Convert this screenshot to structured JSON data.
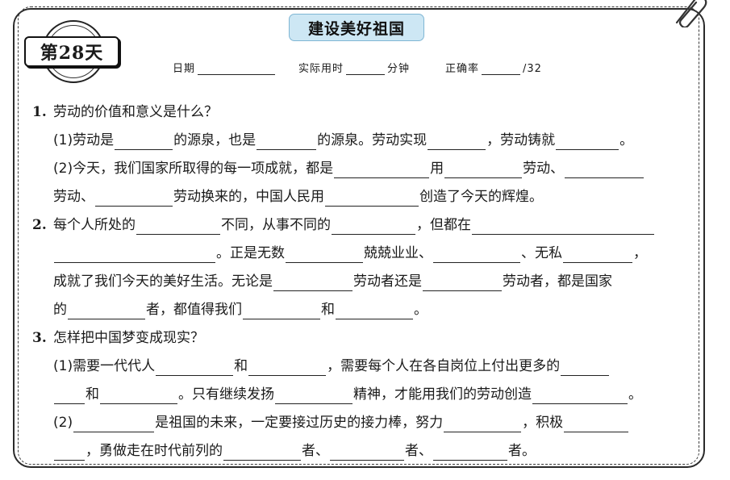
{
  "header": {
    "day_label": "第28天",
    "title": "建设美好祖国",
    "date_label": "日期",
    "time_label": "实际用时",
    "minutes_label": "分钟",
    "accuracy_label": "正确率",
    "accuracy_total": "/32"
  },
  "questions": {
    "q1": {
      "num": "1.",
      "prompt": "劳动的价值和意义是什么？",
      "l1": [
        "(1)劳动是",
        "的源泉，也是",
        "的源泉。劳动实现",
        "，劳动铸就",
        "。"
      ],
      "l2": [
        "(2)今天，我们国家所取得的每一项成就，都是",
        "用",
        "劳动、"
      ],
      "l3": [
        "劳动、",
        "劳动换来的，中国人民用",
        "创造了今天的辉煌。"
      ]
    },
    "q2": {
      "num": "2.",
      "l1": [
        "每个人所处的",
        "不同，从事不同的",
        "，但都在"
      ],
      "l2": [
        "。正是无数",
        "兢兢业业、",
        "、无私",
        "，"
      ],
      "l3": [
        "成就了我们今天的美好生活。无论是",
        "劳动者还是",
        "劳动者，都是国家"
      ],
      "l4": [
        "的",
        "者，都值得我们",
        "和",
        "。"
      ]
    },
    "q3": {
      "num": "3.",
      "prompt": "怎样把中国梦变成现实？",
      "l1": [
        "(1)需要一代代人",
        "和",
        "，需要每个人在各自岗位上付出更多的"
      ],
      "l2": [
        "和",
        "。只有继续发扬",
        "精神，才能用我们的劳动创造",
        "。"
      ],
      "l3": [
        "(2)",
        "是祖国的未来，一定要接过历史的接力棒，努力",
        "，积极"
      ],
      "l4": [
        "，勇做走在时代前列的",
        "者、",
        "者、",
        "者。"
      ]
    }
  }
}
